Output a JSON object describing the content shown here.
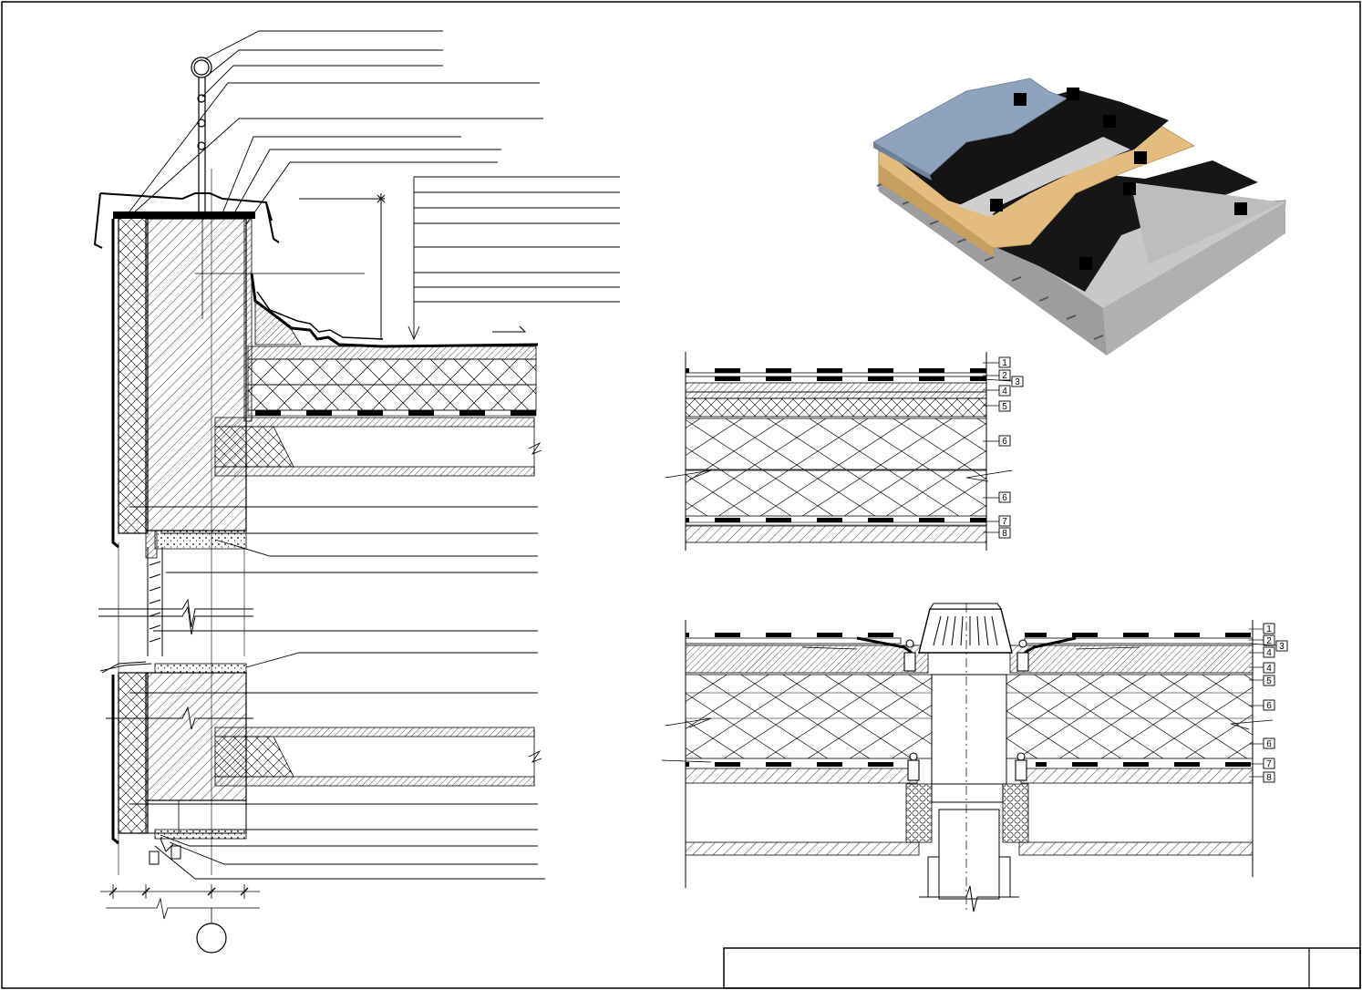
{
  "sheet": {
    "title_block_text": "",
    "sheet_number": ""
  },
  "section_flat": {
    "callouts": [
      "1",
      "2",
      "3",
      "4",
      "5",
      "6",
      "7",
      "8"
    ]
  },
  "section_drain": {
    "callouts": [
      "1",
      "2",
      "3",
      "4",
      "5",
      "6",
      "6",
      "7",
      "8"
    ]
  },
  "iso_view": {
    "markers": [
      "",
      "",
      "",
      "",
      "",
      "",
      "",
      ""
    ]
  },
  "colors": {
    "line": "#000000",
    "paper": "#ffffff",
    "membrane_slate": "#8fa3b8",
    "membrane_black": "#111111",
    "insulation_tan": "#e7c58f",
    "concrete_grey": "#b9b9b9"
  }
}
